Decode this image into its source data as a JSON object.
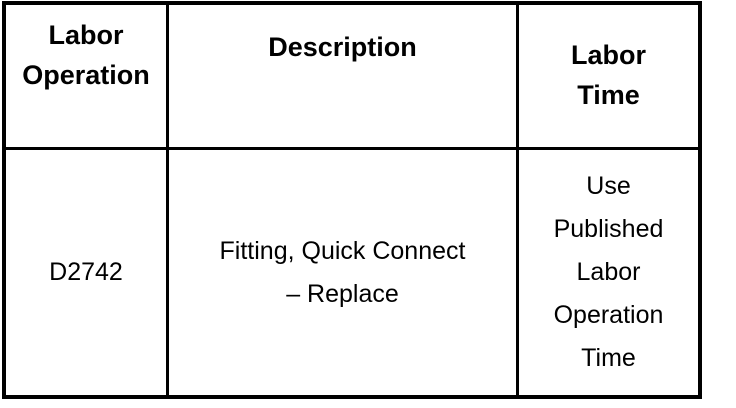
{
  "table": {
    "header": {
      "labor_operation": "Labor\nOperation",
      "description": "Description",
      "labor_time": "Labor\nTime"
    },
    "row": {
      "labor_operation": "D2742",
      "description": "Fitting, Quick Connect\n– Replace",
      "labor_time": "Use\nPublished\nLabor\nOperation\nTime"
    }
  },
  "colors": {
    "border": "#000000",
    "background": "#ffffff",
    "text": "#000000"
  }
}
